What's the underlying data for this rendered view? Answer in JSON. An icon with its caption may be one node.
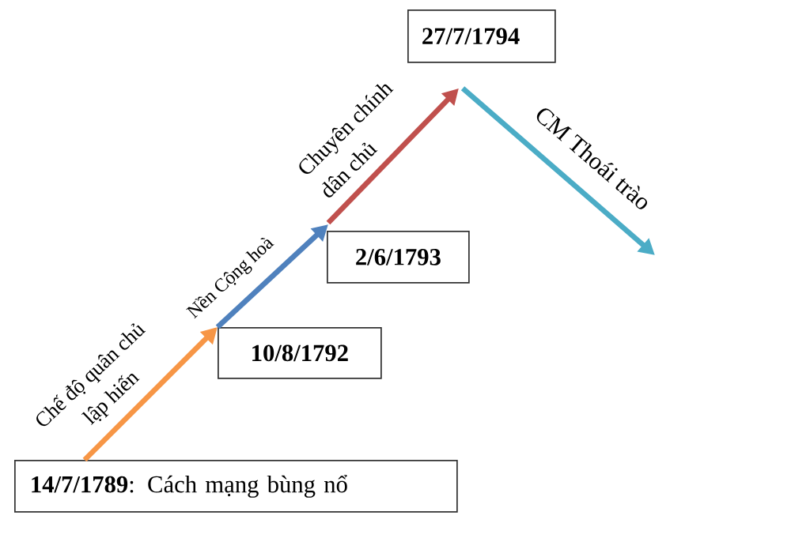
{
  "diagram": {
    "nodes": [
      {
        "text": [
          "**14/7/1789**: Cách mạng bùng nổ"
        ]
      },
      {
        "text": [
          "10/8/1792"
        ]
      },
      {
        "text": [
          "2/6/1793"
        ]
      },
      {
        "text": [
          "27/7/1794"
        ]
      }
    ],
    "edges": [
      {
        "from": 0,
        "to": 1,
        "arrow": "to",
        "label": "Chế độ quân chủ lập hiến",
        "color": "#f79646"
      },
      {
        "from": 1,
        "to": 2,
        "arrow": "to",
        "label": "Nền Cộng hoà",
        "color": "#4f81bd"
      },
      {
        "from": 2,
        "to": 3,
        "arrow": "to",
        "label": "Chuyên chính dân chủ",
        "color": "#c0504d"
      },
      {
        "from": 3,
        "to": null,
        "arrow": "to",
        "label": "CM Thoái trào",
        "color": "#4bacc6"
      }
    ]
  }
}
